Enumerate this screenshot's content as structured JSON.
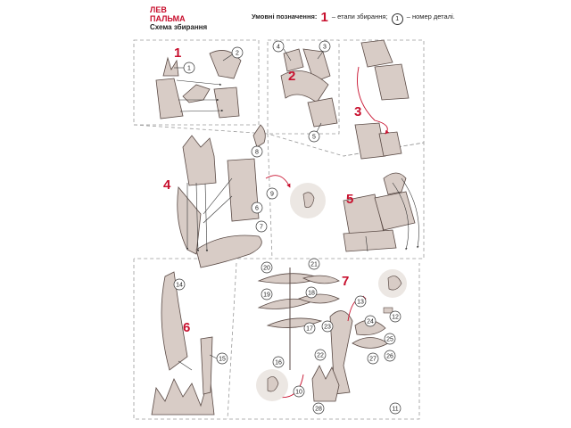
{
  "title_line1": "ЛЕВ",
  "title_line2": "ПАЛЬМА",
  "subtitle": "Схема збирання",
  "legend": {
    "label": "Умовні позначення:",
    "stage_example": "1",
    "stage_text": "– етапи збирання;",
    "part_example": "1",
    "part_text": "– номер деталі."
  },
  "stages": [
    "1",
    "2",
    "3",
    "4",
    "5",
    "6",
    "7"
  ],
  "parts": [
    "1",
    "2",
    "3",
    "4",
    "5",
    "6",
    "7",
    "8",
    "9",
    "10",
    "11",
    "12",
    "13",
    "14",
    "15",
    "16",
    "17",
    "18",
    "19",
    "20",
    "21",
    "22",
    "23",
    "24",
    "25",
    "26",
    "27",
    "28"
  ],
  "colors": {
    "stage": "#c8102e",
    "arrow": "#c8102e",
    "part_fill": "#d8ccc6",
    "part_stroke": "#5a4a45",
    "dash": "#9a9a9a"
  }
}
